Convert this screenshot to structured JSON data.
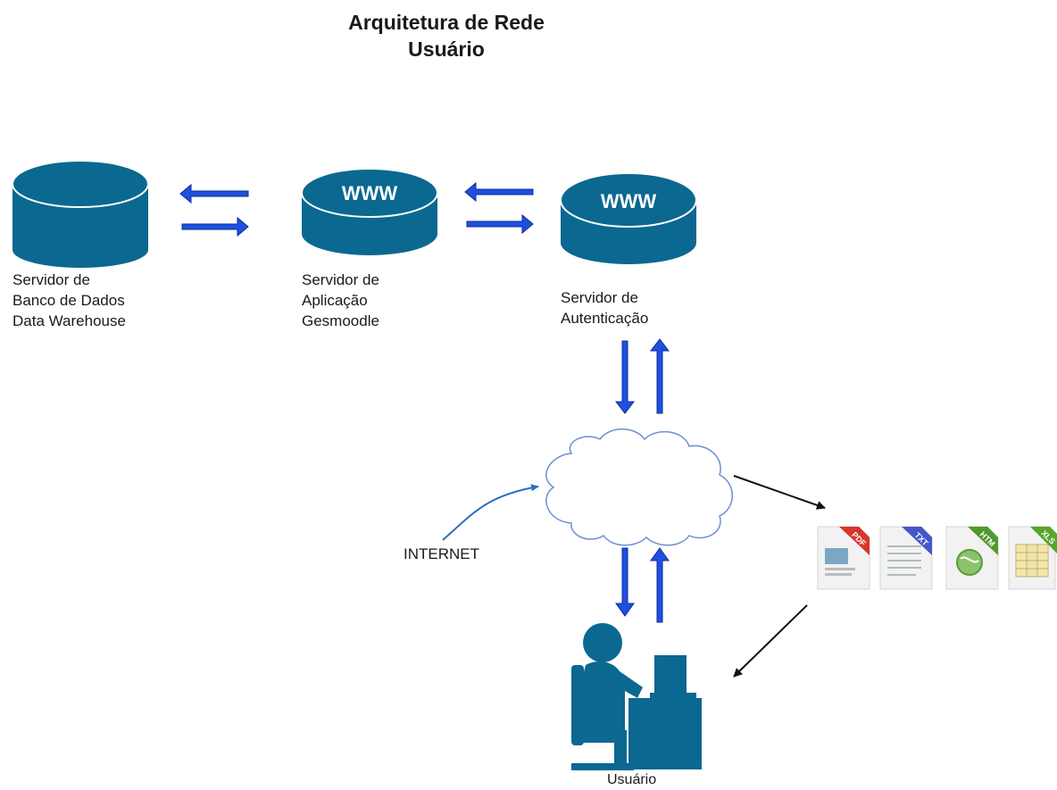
{
  "title": {
    "line1": "Arquitetura de Rede",
    "line2": "Usuário"
  },
  "nodes": {
    "db_server": {
      "lines": [
        "Servidor de",
        "Banco de Dados",
        "Data Warehouse"
      ]
    },
    "app_server": {
      "badge": "WWW",
      "lines": [
        "Servidor de",
        "Aplicação",
        "Gesmoodle"
      ]
    },
    "auth_server": {
      "badge": "WWW",
      "lines": [
        "Servidor de",
        "Autenticação"
      ]
    },
    "internet": {
      "label": "INTERNET"
    },
    "user": {
      "label": "Usuário"
    }
  },
  "documents": [
    {
      "tag": "PDF",
      "color": "#d9352b"
    },
    {
      "tag": "TXT",
      "color": "#4457c9"
    },
    {
      "tag": "HTM",
      "color": "#4e9a2d"
    },
    {
      "tag": "XLS",
      "color": "#58a52e"
    }
  ],
  "colors": {
    "server": "#0b6890",
    "arrow": "#1f4fe0",
    "arrow_dark": "#0a2d9c",
    "cloud_stroke": "#6a8fcf",
    "link": "#2a6fc0"
  }
}
